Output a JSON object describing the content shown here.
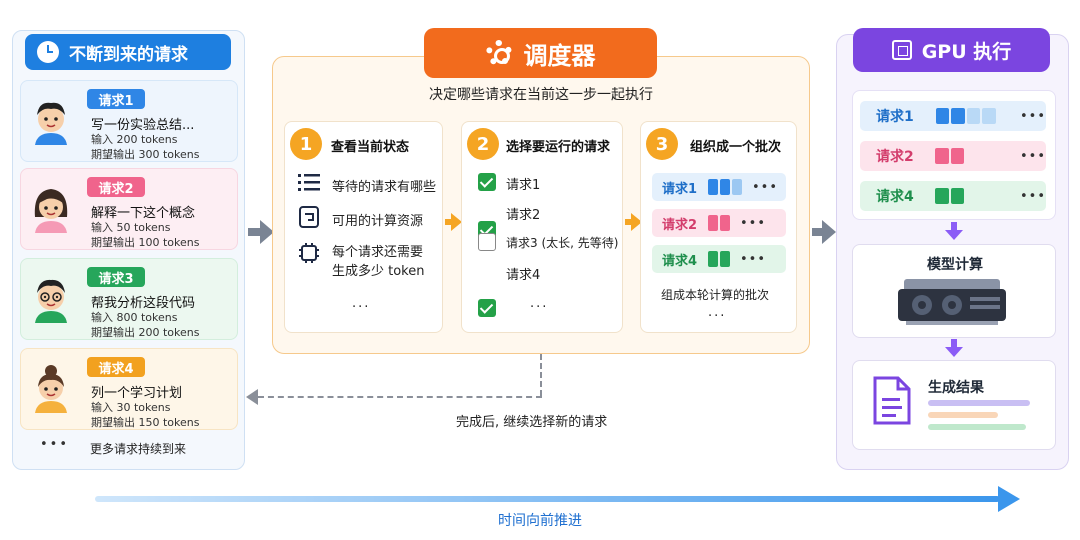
{
  "incoming": {
    "title": "不断到来的请求",
    "requests": [
      {
        "tag": "请求1",
        "text": "写一份实验总结...",
        "input": "输入 200 tokens",
        "output": "期望输出 300 tokens",
        "color": "#2f86e6",
        "bg": "#eef5fd",
        "border": "#d6e7f8"
      },
      {
        "tag": "请求2",
        "text": "解释一下这个概念",
        "input": "输入 50 tokens",
        "output": "期望输出 100 tokens",
        "color": "#f0648c",
        "bg": "#fdeef3",
        "border": "#f7d6e1"
      },
      {
        "tag": "请求3",
        "text": "帮我分析这段代码",
        "input": "输入 800 tokens",
        "output": "期望输出 200 tokens",
        "color": "#26a65b",
        "bg": "#ecf8f0",
        "border": "#d3eedd"
      },
      {
        "tag": "请求4",
        "text": "列一个学习计划",
        "input": "输入 30 tokens",
        "output": "期望输出 150 tokens",
        "color": "#f2a11f",
        "bg": "#fef6e8",
        "border": "#f7e4c3"
      }
    ],
    "more_dots": "•••",
    "more_text": "更多请求持续到来"
  },
  "scheduler": {
    "title": "调度器",
    "subtitle": "决定哪些请求在当前这一步一起执行",
    "step1": {
      "num": "1",
      "title": "查看当前状态",
      "items": [
        "等待的请求有哪些",
        "可用的计算资源",
        "每个请求还需要",
        "生成多少 token"
      ],
      "more": "..."
    },
    "step2": {
      "num": "2",
      "title": "选择要运行的请求",
      "items": [
        {
          "label": "请求1",
          "checked": true
        },
        {
          "label": "请求2",
          "checked": true
        },
        {
          "label": "请求3 (太长, 先等待)",
          "checked": false
        },
        {
          "label": "请求4",
          "checked": true
        }
      ],
      "more": "..."
    },
    "step3": {
      "num": "3",
      "title": "组织成一个批次",
      "rows": [
        {
          "label": "请求1",
          "bg": "#e4f0fc",
          "lblColor": "#1f6fc8",
          "blocks": [
            "#2f86e6",
            "#2f86e6",
            "#9cc8f2"
          ],
          "dots": "•••"
        },
        {
          "label": "请求2",
          "bg": "#fde4ec",
          "lblColor": "#d33d6c",
          "blocks": [
            "#f0648c",
            "#f0648c"
          ],
          "dots": "•••"
        },
        {
          "label": "请求4",
          "bg": "#e2f5e9",
          "lblColor": "#1f8f4d",
          "blocks": [
            "#26a65b",
            "#26a65b"
          ],
          "dots": "•••"
        }
      ],
      "caption": "组成本轮计算的批次",
      "more": "..."
    }
  },
  "gpu": {
    "title": "GPU 执行",
    "rows": [
      {
        "label": "请求1",
        "bg": "#e4f0fc",
        "lblColor": "#1f6fc8",
        "blocks": [
          "#2f86e6",
          "#2f86e6",
          "#b9d9f6",
          "#b9d9f6"
        ],
        "dots": "•••"
      },
      {
        "label": "请求2",
        "bg": "#fde4ec",
        "lblColor": "#d33d6c",
        "blocks": [
          "#f0648c",
          "#f0648c"
        ],
        "dots": "•••"
      },
      {
        "label": "请求4",
        "bg": "#e2f5e9",
        "lblColor": "#1f8f4d",
        "blocks": [
          "#26a65b",
          "#26a65b"
        ],
        "dots": "•••"
      }
    ],
    "compute_label": "模型计算",
    "result_label": "生成结果"
  },
  "loop_text": "完成后, 继续选择新的请求",
  "timeline_label": "时间向前推进"
}
